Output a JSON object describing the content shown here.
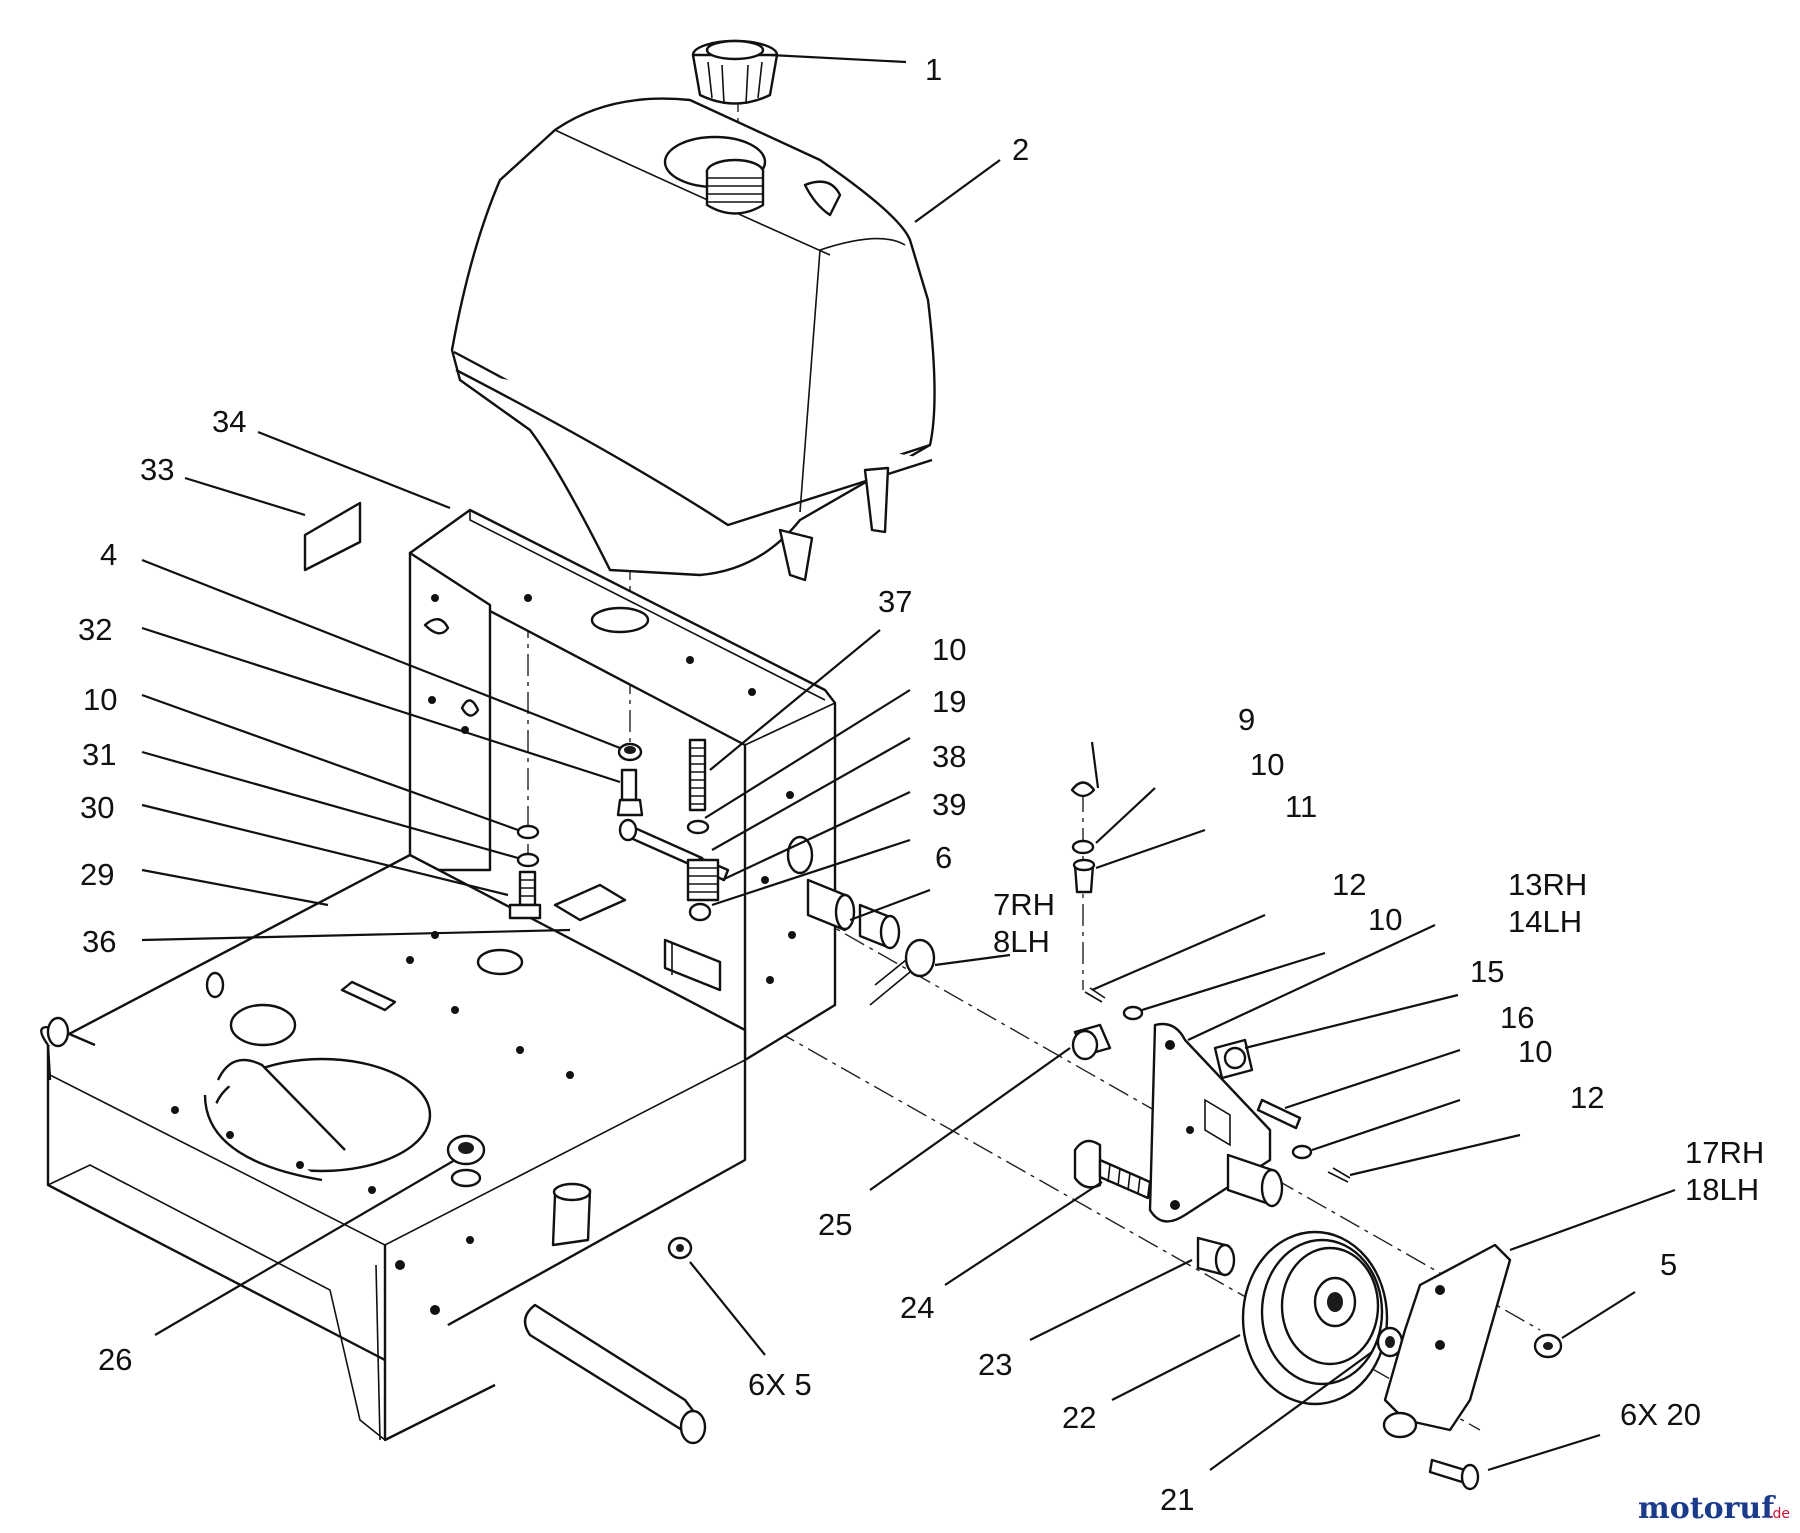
{
  "callouts": [
    {
      "id": "c1",
      "text": "1"
    },
    {
      "id": "c2",
      "text": "2"
    },
    {
      "id": "c34",
      "text": "34"
    },
    {
      "id": "c33",
      "text": "33"
    },
    {
      "id": "c4",
      "text": "4"
    },
    {
      "id": "c32",
      "text": "32"
    },
    {
      "id": "c10a",
      "text": "10"
    },
    {
      "id": "c31",
      "text": "31"
    },
    {
      "id": "c30",
      "text": "30"
    },
    {
      "id": "c29",
      "text": "29"
    },
    {
      "id": "c36",
      "text": "36"
    },
    {
      "id": "c37",
      "text": "37"
    },
    {
      "id": "c10b",
      "text": "10"
    },
    {
      "id": "c19",
      "text": "19"
    },
    {
      "id": "c38",
      "text": "38"
    },
    {
      "id": "c39",
      "text": "39"
    },
    {
      "id": "c6",
      "text": "6"
    },
    {
      "id": "c7rh",
      "text": "7RH"
    },
    {
      "id": "c8lh",
      "text": "8LH"
    },
    {
      "id": "c9",
      "text": "9"
    },
    {
      "id": "c10c",
      "text": "10"
    },
    {
      "id": "c11",
      "text": "11"
    },
    {
      "id": "c12a",
      "text": "12"
    },
    {
      "id": "c10d",
      "text": "10"
    },
    {
      "id": "c13rh",
      "text": "13RH"
    },
    {
      "id": "c14lh",
      "text": "14LH"
    },
    {
      "id": "c15",
      "text": "15"
    },
    {
      "id": "c16",
      "text": "16"
    },
    {
      "id": "c10e",
      "text": "10"
    },
    {
      "id": "c12b",
      "text": "12"
    },
    {
      "id": "c17rh",
      "text": "17RH"
    },
    {
      "id": "c18lh",
      "text": "18LH"
    },
    {
      "id": "c5",
      "text": "5"
    },
    {
      "id": "c25",
      "text": "25"
    },
    {
      "id": "c24",
      "text": "24"
    },
    {
      "id": "c23",
      "text": "23"
    },
    {
      "id": "c22",
      "text": "22"
    },
    {
      "id": "c21",
      "text": "21"
    },
    {
      "id": "c6x20",
      "text": "6X 20"
    },
    {
      "id": "c26",
      "text": "26"
    },
    {
      "id": "c6x5",
      "text": "6X 5"
    }
  ],
  "watermark": {
    "text_main": "motoruf",
    "text_suffix": ".de",
    "color": "#1a3a8a",
    "accent": "#c8102e"
  }
}
